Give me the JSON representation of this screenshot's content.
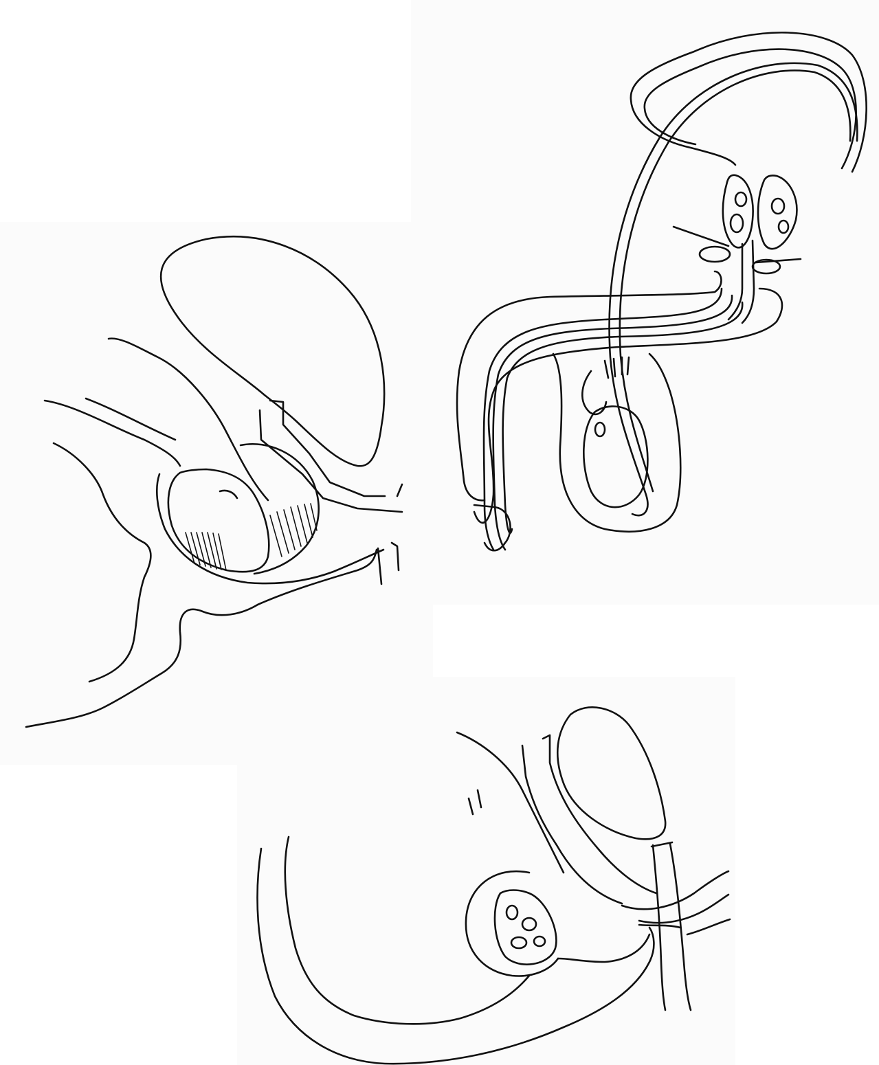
{
  "figure": {
    "panels": [
      {
        "id": "panel-sagittal-left"
      },
      {
        "id": "panel-sagittal-right"
      },
      {
        "id": "panel-sagittal-bottom"
      }
    ]
  },
  "colors": {
    "ink": "#111111",
    "paper": "#ffffff",
    "tile_shade": "#fbfbfb"
  }
}
